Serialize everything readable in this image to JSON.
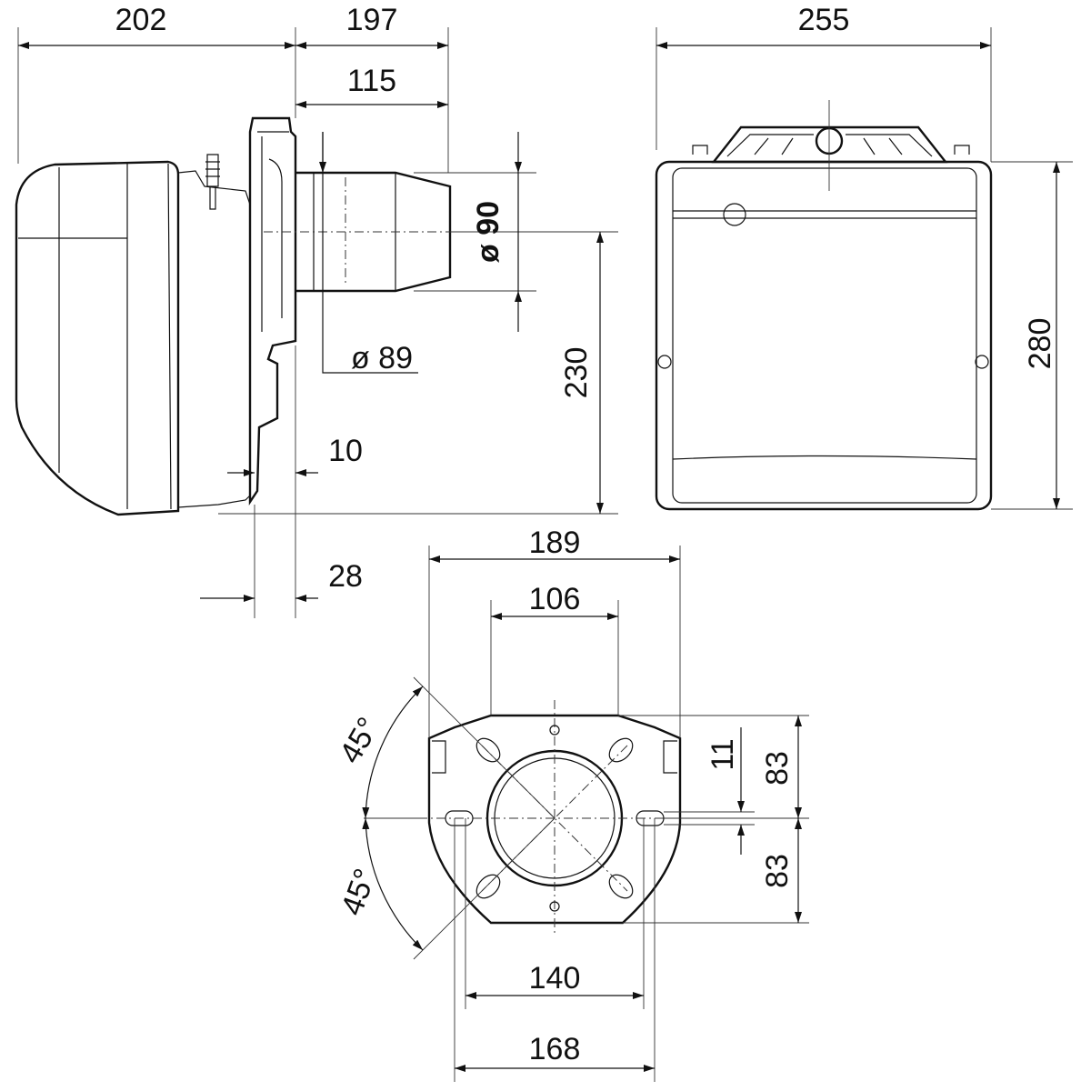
{
  "side_view": {
    "dim_total_length": "202",
    "dim_tube_length": "197",
    "dim_tube_insert": "115",
    "dim_tube_diameter": "ø 90",
    "dim_flange_hole": "ø 89",
    "dim_axis_height": "230",
    "dim_flange_thickness": "10",
    "dim_flange_offset": "28"
  },
  "front_view": {
    "dim_width": "255",
    "dim_height": "280"
  },
  "flange_view": {
    "dim_width": "189",
    "dim_upper_holes": "106",
    "dim_lower_holes": "140",
    "dim_slot_span": "168",
    "dim_slot_offset": "11",
    "dim_upper_half": "83",
    "dim_lower_half": "83",
    "angle_upper": "45°",
    "angle_lower": "45°"
  },
  "colors": {
    "line": "#111111",
    "background": "#ffffff"
  }
}
